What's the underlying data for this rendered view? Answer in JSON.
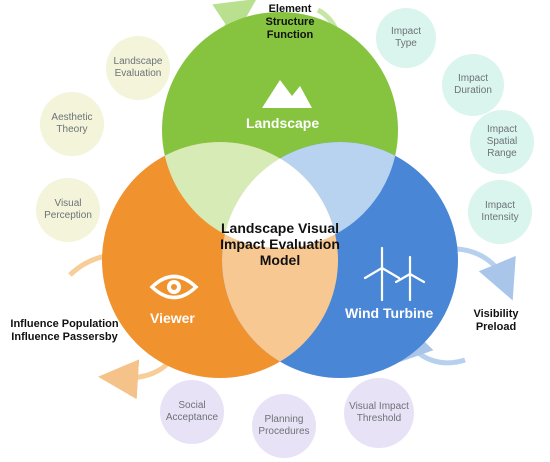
{
  "center_title": "Landscape Visual\nImpact Evaluation\nModel",
  "circles": {
    "landscape": {
      "label": "Landscape",
      "color": "#86c440"
    },
    "viewer": {
      "label": "Viewer",
      "color": "#f0922e"
    },
    "wind_turbine": {
      "label": "Wind Turbine",
      "color": "#4a86d6"
    }
  },
  "top_label": "Element\nStructure\nFunction",
  "left_label": "Influence Population\nInfluence Passersby",
  "right_label": "Visibility\nPreload",
  "landscape_factors": [
    "Landscape\nEvaluation",
    "Aesthetic\nTheory",
    "Visual\nPerception"
  ],
  "turbine_factors": [
    "Impact\nType",
    "Impact\nDuration",
    "Impact\nSpatial\nRange",
    "Impact\nIntensity"
  ],
  "viewer_factors": [
    "Social\nAcceptance",
    "Planning\nProcedures",
    "Visual Impact\nThreshold"
  ],
  "colors": {
    "landscape_bubble": "#f3f4da",
    "turbine_bubble": "#daf4ee",
    "viewer_bubble": "#e8e2f7",
    "arrow_green": "#c5e6a3",
    "arrow_orange": "#f7cd9a",
    "arrow_blue": "#b7d0ee"
  },
  "icons": [
    "mountain-icon",
    "eye-icon",
    "wind-turbine-icon"
  ]
}
